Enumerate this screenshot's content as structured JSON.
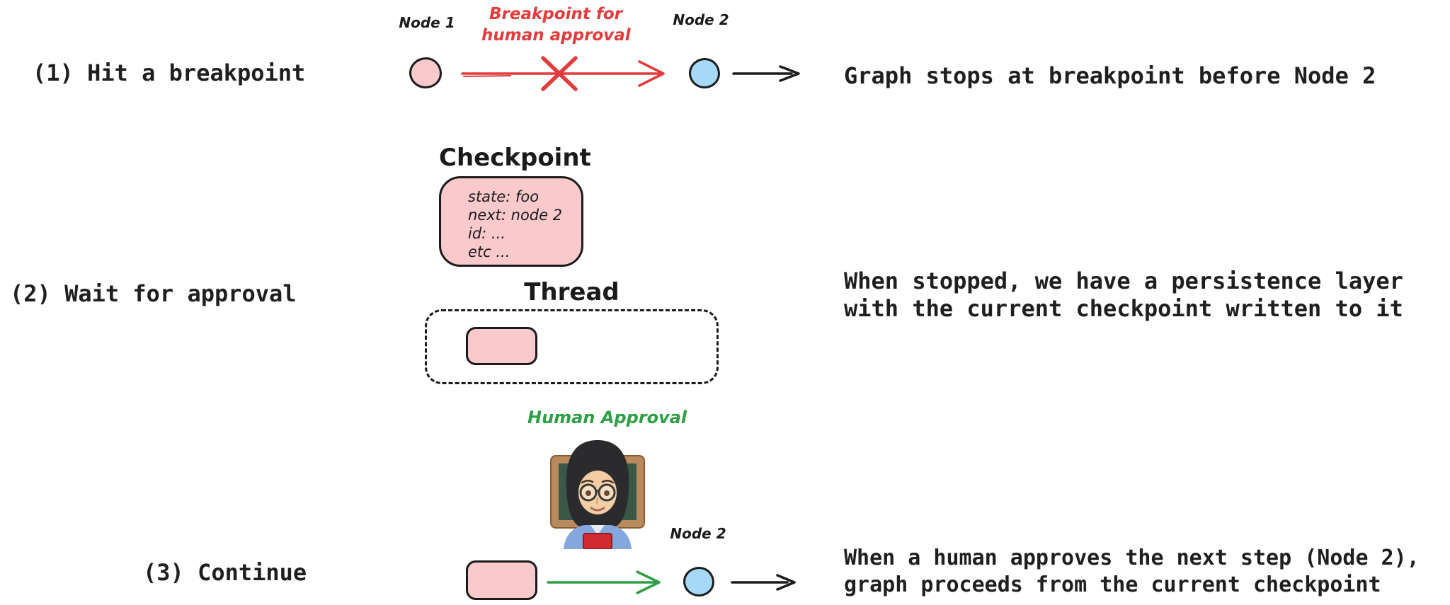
{
  "palette": {
    "ink": "#1b1b1b",
    "pink_fill": "#f9c9cc",
    "blue_fill": "#a6d9f7",
    "red": "#e23b3b",
    "green": "#2f9e44",
    "background": "#ffffff"
  },
  "step1": {
    "label": "(1) Hit a breakpoint",
    "node1_label": "Node 1",
    "node2_label": "Node 2",
    "breakpoint_note": {
      "line1": "Breakpoint for",
      "line2": "human approval"
    },
    "caption": "Graph stops at breakpoint before Node 2"
  },
  "step2": {
    "label": "(2) Wait for approval",
    "checkpoint": {
      "title": "Checkpoint",
      "fields": [
        "state: foo",
        "next: node 2",
        "id: ...",
        "etc ..."
      ]
    },
    "thread": {
      "title": "Thread"
    },
    "caption": {
      "line1": "When stopped, we have a persistence layer",
      "line2": "with the current checkpoint written to it"
    }
  },
  "step3": {
    "label": "(3) Continue",
    "human_approval_label": "Human Approval",
    "human_icon": "woman-teacher-emoji",
    "node2_label": "Node 2",
    "caption": {
      "line1": "When a human approves the next step (Node 2),",
      "line2": "graph proceeds from the current checkpoint"
    }
  }
}
